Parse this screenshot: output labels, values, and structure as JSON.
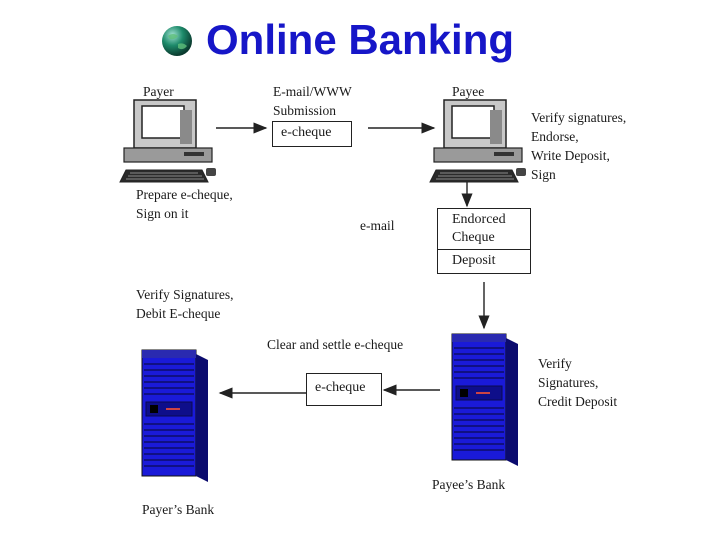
{
  "title": "Online Banking",
  "icons": {
    "title_bullet": "globe-icon",
    "computer": "computer-icon",
    "server": "server-icon"
  },
  "colors": {
    "title": "#1616c8",
    "server": "#1a1ad8"
  },
  "labels": {
    "payer": "Payer",
    "email_www_line1": "E-mail/WWW",
    "email_www_line2": "Submission",
    "payee": "Payee",
    "payee_action_line1": "Verify signatures,",
    "payee_action_line2": "Endorse,",
    "payee_action_line3": "Write Deposit,",
    "payee_action_line4": "Sign",
    "payer_action_line1": "Prepare e-cheque,",
    "payer_action_line2": "Sign on it",
    "email": "e-mail",
    "payer_bank_action_line1": "Verify Signatures,",
    "payer_bank_action_line2": "Debit E-cheque",
    "clear_settle": "Clear and settle e-cheque",
    "payee_bank_action_line1": "Verify",
    "payee_bank_action_line2": "Signatures,",
    "payee_bank_action_line3": "Credit Deposit",
    "payee_bank": "Payee’s Bank",
    "payer_bank": "Payer’s Bank"
  },
  "boxes": {
    "echeque_top": "e-cheque",
    "endorsed_line1": "Endorced",
    "endorsed_line2": "Cheque",
    "deposit": "Deposit",
    "echeque_bottom": "e-cheque"
  }
}
